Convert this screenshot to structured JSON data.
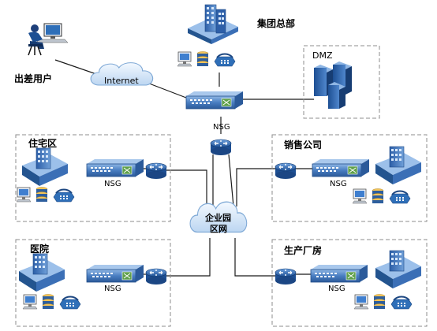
{
  "labels": {
    "hq": "集团总部",
    "traveler": "出差用户",
    "internet": "Internet",
    "dmz": "DMZ",
    "nsg": "NSG",
    "residential": "住宅区",
    "sales": "销售公司",
    "campus_line1": "企业园",
    "campus_line2": "区网",
    "hospital": "医院",
    "factory": "生产厂房"
  },
  "colors": {
    "line": "#1a1a1a",
    "dashed_box": "#8c8c8c",
    "nsg_body": "#4a7ec2",
    "router_body": "#2a66b2",
    "cloud_fill": "#cfe3f7",
    "cloud_stroke": "#7fa9d6"
  }
}
